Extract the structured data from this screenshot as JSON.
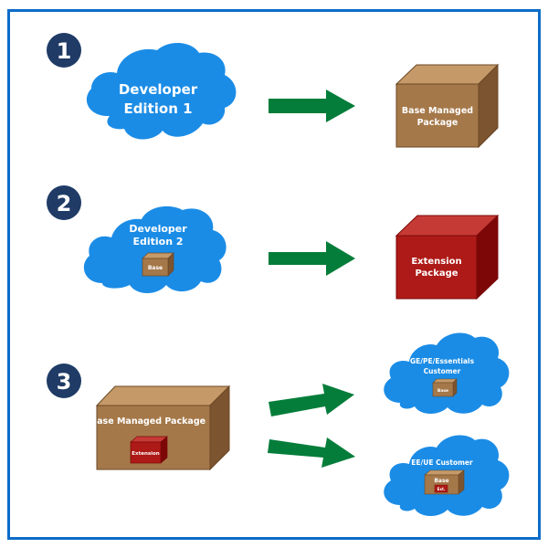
{
  "colors": {
    "frame": "#0b6cc8",
    "cloud": "#1b8ce6",
    "cloud_text": "#ffffff",
    "badge": "#1f3b66",
    "badge_text": "#ffffff",
    "arrow": "#047d3a",
    "box_front": "#a57849",
    "box_top": "#c69a68",
    "box_side": "#7c5430",
    "box_edge": "#6b4826",
    "box_text": "#ffffff",
    "ext_front": "#ad1a17",
    "ext_top": "#c63a36",
    "ext_side": "#7d0606",
    "ext_edge": "#7a0a0a"
  },
  "steps": [
    {
      "number": "1",
      "source": {
        "type": "cloud",
        "label_lines": [
          "Developer",
          "Edition 1"
        ]
      },
      "arrow": "right",
      "target": {
        "type": "box",
        "label_lines": [
          "Base Managed",
          "Package"
        ]
      }
    },
    {
      "number": "2",
      "source": {
        "type": "cloud",
        "label_lines": [
          "Developer",
          "Edition 2"
        ],
        "inner_box_label": "Base"
      },
      "arrow": "right",
      "target": {
        "type": "box-red",
        "label_lines": [
          "Extension",
          "Package"
        ]
      }
    },
    {
      "number": "3",
      "source": {
        "type": "box",
        "label_lines": [
          "Base Managed Package"
        ],
        "inner_box_label": "Extension"
      },
      "arrows": [
        "up-right",
        "down-right"
      ],
      "targets": [
        {
          "type": "cloud",
          "label_lines": [
            "GE/PE/Essentials",
            "Customer"
          ],
          "inner_box_label": "Base"
        },
        {
          "type": "cloud",
          "label_lines": [
            "EE/UE Customer"
          ],
          "inner_box_label": "Base",
          "inner_ext_label": "Ext."
        }
      ]
    }
  ]
}
